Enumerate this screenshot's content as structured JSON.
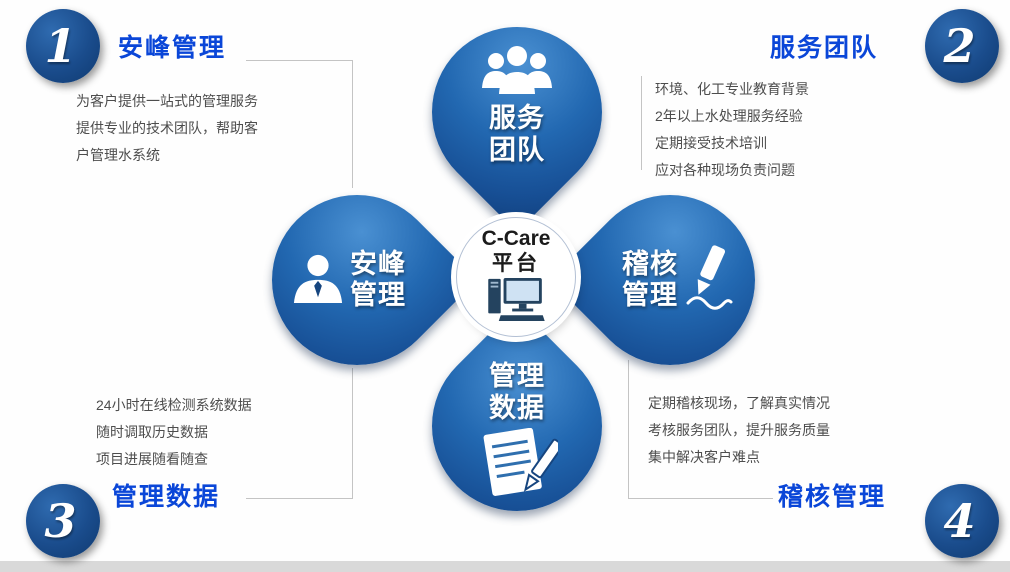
{
  "center": {
    "title": "C-Care",
    "subtitle": "平台",
    "icon": "computer-icon"
  },
  "petals": {
    "top": {
      "line1": "服务",
      "line2": "团队",
      "icon": "team-icon"
    },
    "left": {
      "line1": "安峰",
      "line2": "管理",
      "icon": "person-icon"
    },
    "right": {
      "line1": "稽核",
      "line2": "管理",
      "icon": "pencil-icon"
    },
    "bottom": {
      "line1": "管理",
      "line2": "数据",
      "icon": "document-pencil-icon"
    }
  },
  "sections": [
    {
      "number": "1",
      "title": "安峰管理",
      "lines": [
        "为客户提供一站式的管理服务",
        "提供专业的技术团队，帮助客",
        "户管理水系统"
      ]
    },
    {
      "number": "2",
      "title": "服务团队",
      "lines": [
        "环境、化工专业教育背景",
        "2年以上水处理服务经验",
        "定期接受技术培训",
        "应对各种现场负责问题"
      ]
    },
    {
      "number": "3",
      "title": "管理数据",
      "lines": [
        "24小时在线检测系统数据",
        "随时调取历史数据",
        "项目进展随看随查"
      ]
    },
    {
      "number": "4",
      "title": "稽核管理",
      "lines": [
        "定期稽核现场，了解真实情况",
        "考核服务团队，提升服务质量",
        "集中解决客户难点"
      ]
    }
  ],
  "colors": {
    "petal_blue": "#2268b1",
    "badge_navy": "#1a4c8c",
    "heading_blue": "#0a46d8",
    "body_text": "#4d4d4d",
    "footer_bar": "#d9d9d9"
  }
}
